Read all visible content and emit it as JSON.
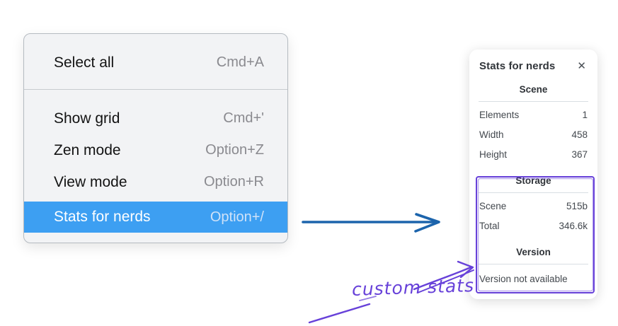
{
  "menu": {
    "items": [
      {
        "label": "Select all",
        "shortcut": "Cmd+A"
      },
      {
        "label": "Show grid",
        "shortcut": "Cmd+'"
      },
      {
        "label": "Zen mode",
        "shortcut": "Option+Z"
      },
      {
        "label": "View mode",
        "shortcut": "Option+R"
      },
      {
        "label": "Stats for nerds",
        "shortcut": "Option+/"
      }
    ],
    "highlighted_item": "Stats for nerds",
    "highlight_color": "#3d9ff2"
  },
  "stats_panel": {
    "title": "Stats for nerds",
    "close_icon": "✕",
    "scene": {
      "heading": "Scene",
      "rows": [
        {
          "label": "Elements",
          "value": "1"
        },
        {
          "label": "Width",
          "value": "458"
        },
        {
          "label": "Height",
          "value": "367"
        }
      ]
    },
    "storage": {
      "heading": "Storage",
      "rows": [
        {
          "label": "Scene",
          "value": "515b"
        },
        {
          "label": "Total",
          "value": "346.6k"
        }
      ]
    },
    "version": {
      "heading": "Version",
      "note": "Version not available"
    }
  },
  "annotation": {
    "label": "custom stats",
    "color": "#6741d9"
  },
  "colors": {
    "arrow_blue": "#1c64ac",
    "menu_highlight": "#3d9ff2",
    "annotation_purple": "#6741d9"
  }
}
